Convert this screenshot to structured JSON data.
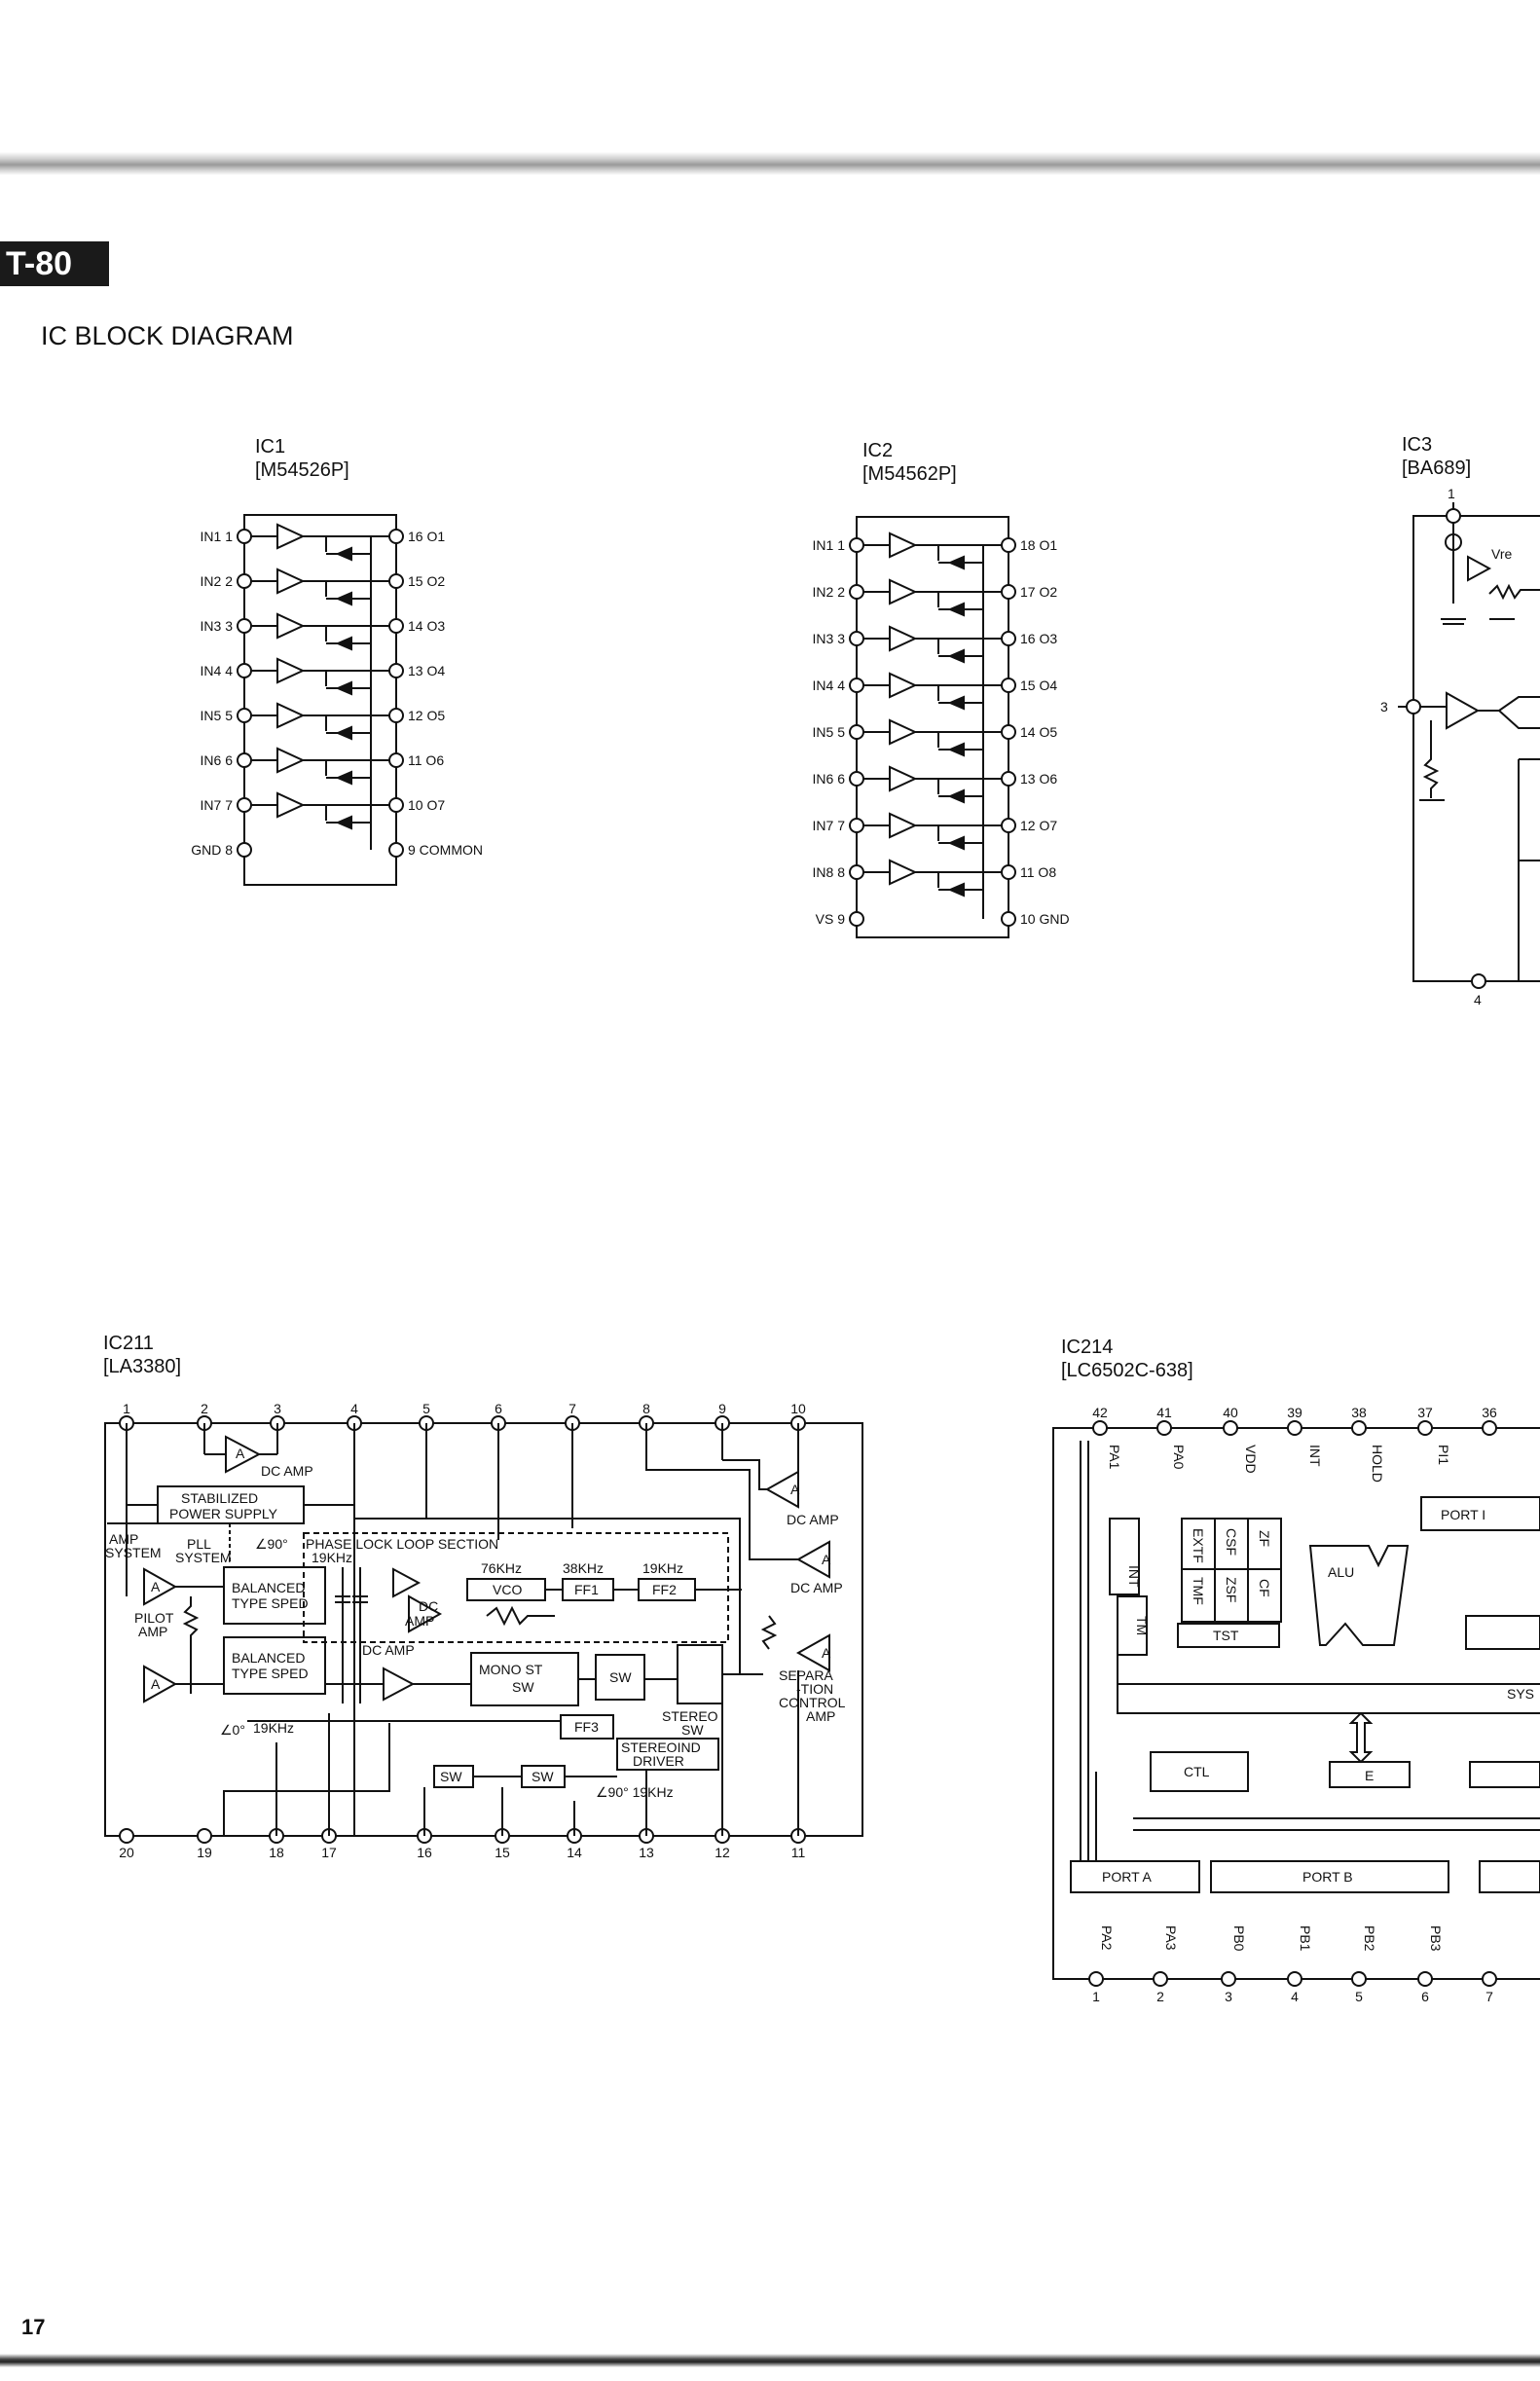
{
  "page": {
    "model": "T-80",
    "title": "IC BLOCK DIAGRAM",
    "page_number": "17"
  },
  "ic1": {
    "name": "IC1",
    "part": "[M54526P]",
    "pins_left": [
      "IN1 1",
      "IN2 2",
      "IN3 3",
      "IN4 4",
      "IN5 5",
      "IN6 6",
      "IN7 7",
      "GND 8"
    ],
    "pins_right": [
      "16 O1",
      "15 O2",
      "14 O3",
      "13 O4",
      "12 O5",
      "11 O6",
      "10 O7",
      "9 COMMON"
    ]
  },
  "ic2": {
    "name": "IC2",
    "part": "[M54562P]",
    "pins_left": [
      "IN1 1",
      "IN2 2",
      "IN3 3",
      "IN4 4",
      "IN5 5",
      "IN6 6",
      "IN7 7",
      "IN8 8",
      "VS 9"
    ],
    "pins_right": [
      "18 O1",
      "17 O2",
      "16 O3",
      "15 O4",
      "14 O5",
      "13 O6",
      "12 O7",
      "11 O8",
      "10 GND"
    ]
  },
  "ic3": {
    "name": "IC3",
    "part": "[BA689]",
    "pins": [
      "1",
      "3",
      "4"
    ],
    "label_vref": "Vre"
  },
  "ic211": {
    "name": "IC211",
    "part": "[LA3380]",
    "pins_top": [
      "1",
      "2",
      "3",
      "4",
      "5",
      "6",
      "7",
      "8",
      "9",
      "10"
    ],
    "pins_bottom": [
      "20",
      "19",
      "18",
      "17",
      "16",
      "15",
      "14",
      "13",
      "12",
      "11"
    ],
    "blocks": {
      "dc_amp_1": "DC AMP",
      "stabilized_1": "STABILIZED",
      "stabilized_2": "POWER SUPPLY",
      "amp_system_1": "AMP",
      "amp_system_2": "SYSTEM",
      "pll_1": "PLL",
      "pll_2": "SYSTEM",
      "phase90": "∠90°",
      "pll_section": "PHASE LOCK LOOP SECTION",
      "f19k_a": "19KHz",
      "vco": "VCO",
      "f76k": "76KHz",
      "f38k": "38KHz",
      "f19k_b": "19KHz",
      "ff1": "FF1",
      "ff2": "FF2",
      "balanced_1a": "BALANCED",
      "balanced_1b": "TYPE SPED",
      "balanced_2a": "BALANCED",
      "balanced_2b": "TYPE SPED",
      "dc_amp_2a": "DC",
      "dc_amp_2b": "AMP",
      "dc_amp_3": "DC AMP",
      "pilot_amp_1": "PILOT",
      "pilot_amp_2": "AMP",
      "mono_st_1": "MONO  ST",
      "mono_st_2": "SW",
      "sw_a": "SW",
      "stereo_sw_1": "STEREO",
      "stereo_sw_2": "SW",
      "ff3": "FF3",
      "phase0": "∠0°",
      "f19k_c": "19KHz",
      "stereo_ind_1": "STEREOIND",
      "stereo_ind_2": "DRIVER",
      "sw_b": "SW",
      "sw_c": "SW",
      "phase90_b": "∠90°  19KHz",
      "dc_amp_r1": "DC AMP",
      "dc_amp_r2": "DC AMP",
      "separation_1": "SEPARA",
      "separation_2": "-TION",
      "separation_3": "CONTROL",
      "separation_4": "AMP",
      "amp_a": "A"
    }
  },
  "ic214": {
    "name": "IC214",
    "part": "[LC6502C-638]",
    "pins_top": [
      "42",
      "41",
      "40",
      "39",
      "38",
      "37",
      "36"
    ],
    "pins_bottom": [
      "1",
      "2",
      "3",
      "4",
      "5",
      "6",
      "7"
    ],
    "top_signals": [
      "PA1",
      "PA0",
      "VDD",
      "INT",
      "HOLD",
      "PI1"
    ],
    "bottom_signals": [
      "PA2",
      "PA3",
      "PB0",
      "PB1",
      "PB2",
      "PB3"
    ],
    "blocks": {
      "int": "INT",
      "extf": "EXTF",
      "csf": "CSF",
      "zf": "ZF",
      "tmf": "TMF",
      "zsf": "ZSF",
      "cf": "CF",
      "tm": "TM",
      "tst": "TST",
      "alu": "ALU",
      "port_i": "PORT I",
      "sys": "SYS",
      "ctl": "CTL",
      "e": "E",
      "port_a": "PORT A",
      "port_b": "PORT B"
    }
  }
}
